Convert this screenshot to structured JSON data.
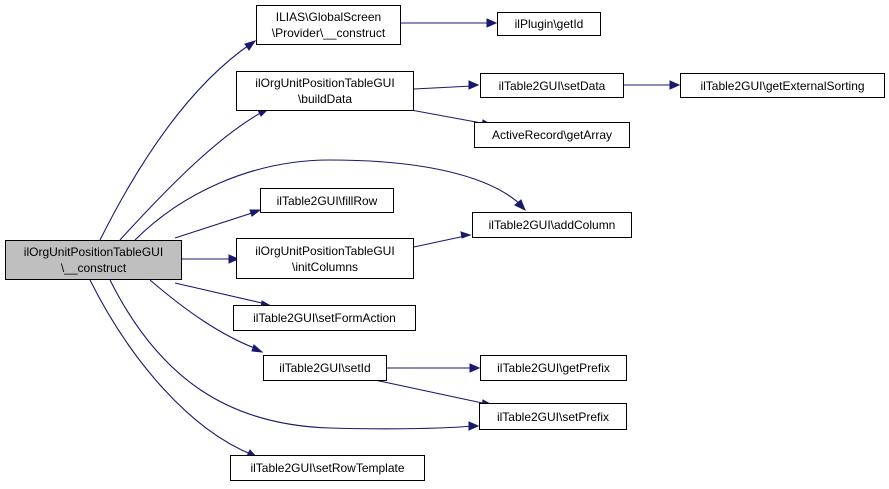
{
  "nodes": {
    "root": [
      "ilOrgUnitPositionTableGUI",
      "\\__construct"
    ],
    "provider_construct": [
      "ILIAS\\GlobalScreen",
      "\\Provider\\__construct"
    ],
    "plugin_getid": "ilPlugin\\getId",
    "build_data": [
      "ilOrgUnitPositionTableGUI",
      "\\buildData"
    ],
    "set_data": "ilTable2GUI\\setData",
    "get_external_sorting": "ilTable2GUI\\getExternalSorting",
    "get_array": "ActiveRecord\\getArray",
    "fill_row": "ilTable2GUI\\fillRow",
    "add_column": "ilTable2GUI\\addColumn",
    "init_columns": [
      "ilOrgUnitPositionTableGUI",
      "\\initColumns"
    ],
    "set_form_action": "ilTable2GUI\\setFormAction",
    "set_id": "ilTable2GUI\\setId",
    "get_prefix": "ilTable2GUI\\getPrefix",
    "set_prefix": "ilTable2GUI\\setPrefix",
    "set_row_template": "ilTable2GUI\\setRowTemplate"
  },
  "edges": [
    [
      "root",
      "provider_construct"
    ],
    [
      "root",
      "build_data"
    ],
    [
      "root",
      "add_column"
    ],
    [
      "root",
      "fill_row"
    ],
    [
      "root",
      "init_columns"
    ],
    [
      "root",
      "set_form_action"
    ],
    [
      "root",
      "set_id"
    ],
    [
      "root",
      "set_prefix"
    ],
    [
      "root",
      "set_row_template"
    ],
    [
      "provider_construct",
      "plugin_getid"
    ],
    [
      "build_data",
      "set_data"
    ],
    [
      "build_data",
      "get_array"
    ],
    [
      "set_data",
      "get_external_sorting"
    ],
    [
      "init_columns",
      "add_column"
    ],
    [
      "set_id",
      "get_prefix"
    ],
    [
      "set_id",
      "set_prefix"
    ]
  ],
  "colors": {
    "edge": "#191970",
    "root_fill": "#bfbfbf",
    "node_fill": "#ffffff",
    "node_border": "#000000"
  }
}
